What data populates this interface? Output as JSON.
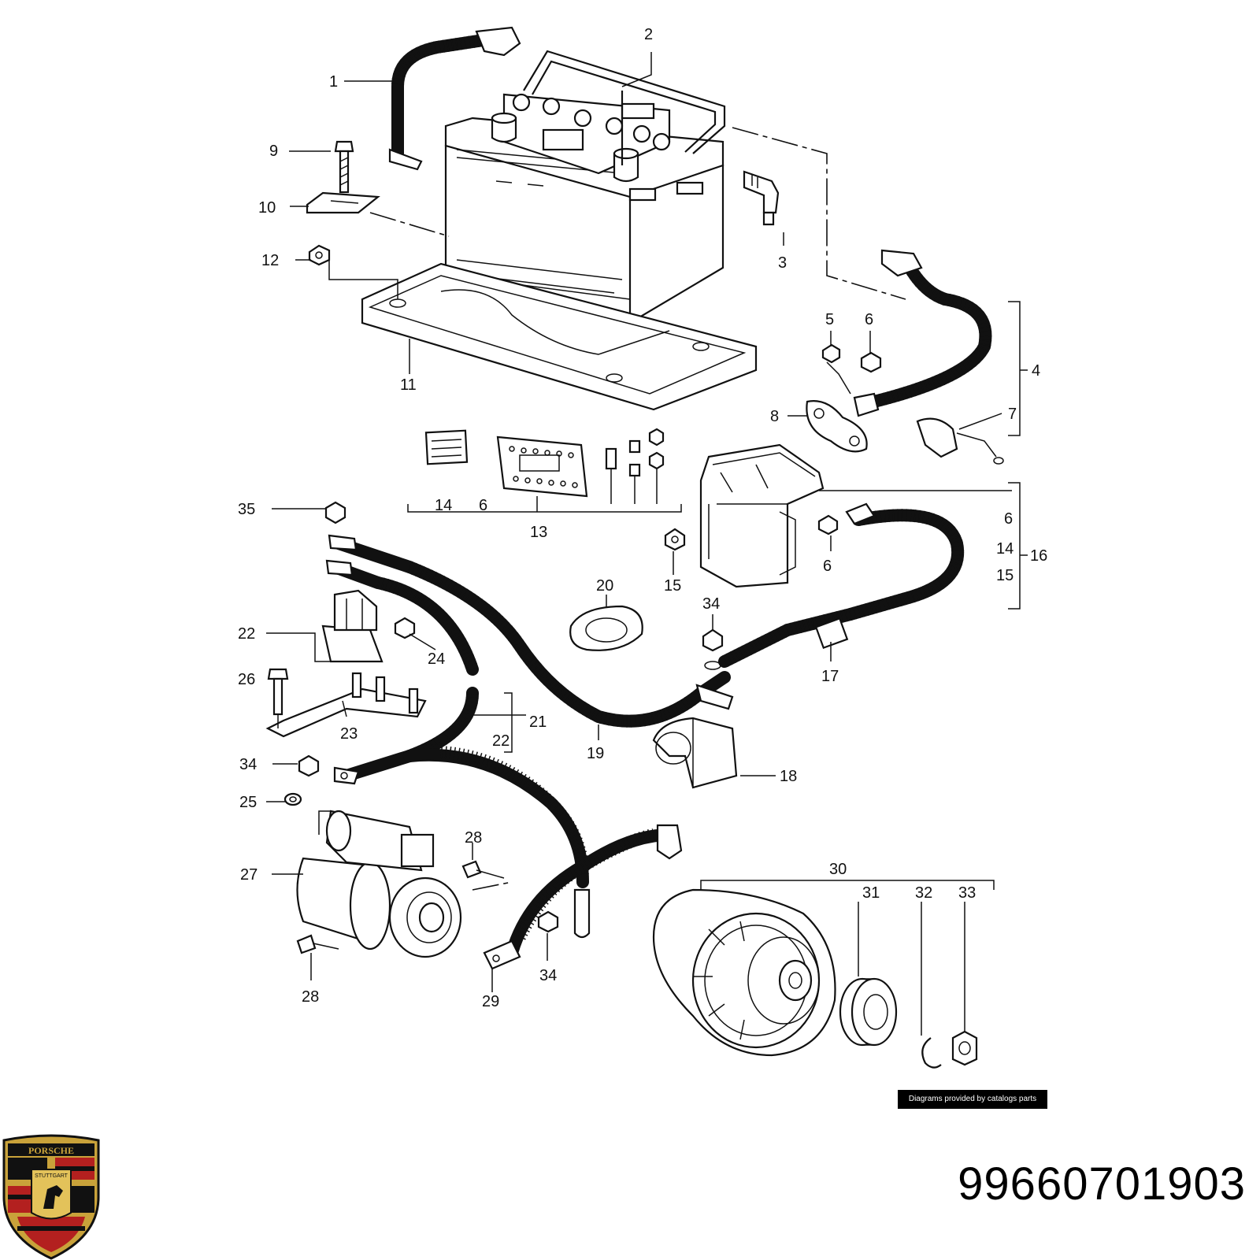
{
  "diagram": {
    "callouts": [
      "1",
      "2",
      "3",
      "4",
      "5",
      "6",
      "7",
      "8",
      "9",
      "10",
      "11",
      "12",
      "13",
      "14",
      "15",
      "16",
      "17",
      "18",
      "19",
      "20",
      "21",
      "22",
      "23",
      "24",
      "25",
      "26",
      "27",
      "28",
      "29",
      "30",
      "31",
      "32",
      "33",
      "34",
      "35"
    ],
    "labels": [
      {
        "id": "c1",
        "text": "1"
      },
      {
        "id": "c2",
        "text": "2"
      },
      {
        "id": "c3",
        "text": "3"
      },
      {
        "id": "c4",
        "text": "4"
      },
      {
        "id": "c5",
        "text": "5"
      },
      {
        "id": "c6a",
        "text": "6"
      },
      {
        "id": "c7",
        "text": "7"
      },
      {
        "id": "c8",
        "text": "8"
      },
      {
        "id": "c9",
        "text": "9"
      },
      {
        "id": "c10",
        "text": "10"
      },
      {
        "id": "c11",
        "text": "11"
      },
      {
        "id": "c12",
        "text": "12"
      },
      {
        "id": "c13",
        "text": "13"
      },
      {
        "id": "c14a",
        "text": "14"
      },
      {
        "id": "c6b",
        "text": "6"
      },
      {
        "id": "c6c",
        "text": "6"
      },
      {
        "id": "c14b",
        "text": "14"
      },
      {
        "id": "c15a",
        "text": "15"
      },
      {
        "id": "c16",
        "text": "16"
      },
      {
        "id": "c6d",
        "text": "6"
      },
      {
        "id": "c15b",
        "text": "15"
      },
      {
        "id": "c35",
        "text": "35"
      },
      {
        "id": "c20",
        "text": "20"
      },
      {
        "id": "c34a",
        "text": "34"
      },
      {
        "id": "c22a",
        "text": "22"
      },
      {
        "id": "c24",
        "text": "24"
      },
      {
        "id": "c17",
        "text": "17"
      },
      {
        "id": "c26",
        "text": "26"
      },
      {
        "id": "c21",
        "text": "21"
      },
      {
        "id": "c22b",
        "text": "22"
      },
      {
        "id": "c23",
        "text": "23"
      },
      {
        "id": "c19",
        "text": "19"
      },
      {
        "id": "c18",
        "text": "18"
      },
      {
        "id": "c34b",
        "text": "34"
      },
      {
        "id": "c25",
        "text": "25"
      },
      {
        "id": "c28a",
        "text": "28"
      },
      {
        "id": "c27",
        "text": "27"
      },
      {
        "id": "c30",
        "text": "30"
      },
      {
        "id": "c31",
        "text": "31"
      },
      {
        "id": "c32",
        "text": "32"
      },
      {
        "id": "c33",
        "text": "33"
      },
      {
        "id": "c34c",
        "text": "34"
      },
      {
        "id": "c28b",
        "text": "28"
      },
      {
        "id": "c29",
        "text": "29"
      }
    ]
  },
  "credit": "Diagrams provided by catalogs parts",
  "part_number": "99660701903",
  "logo": {
    "name": "porsche-crest",
    "wordmark": "PORSCHE",
    "city": "STUTTGART",
    "colors": {
      "gold": "#c9a23a",
      "red": "#b3201f",
      "black": "#111111"
    }
  }
}
